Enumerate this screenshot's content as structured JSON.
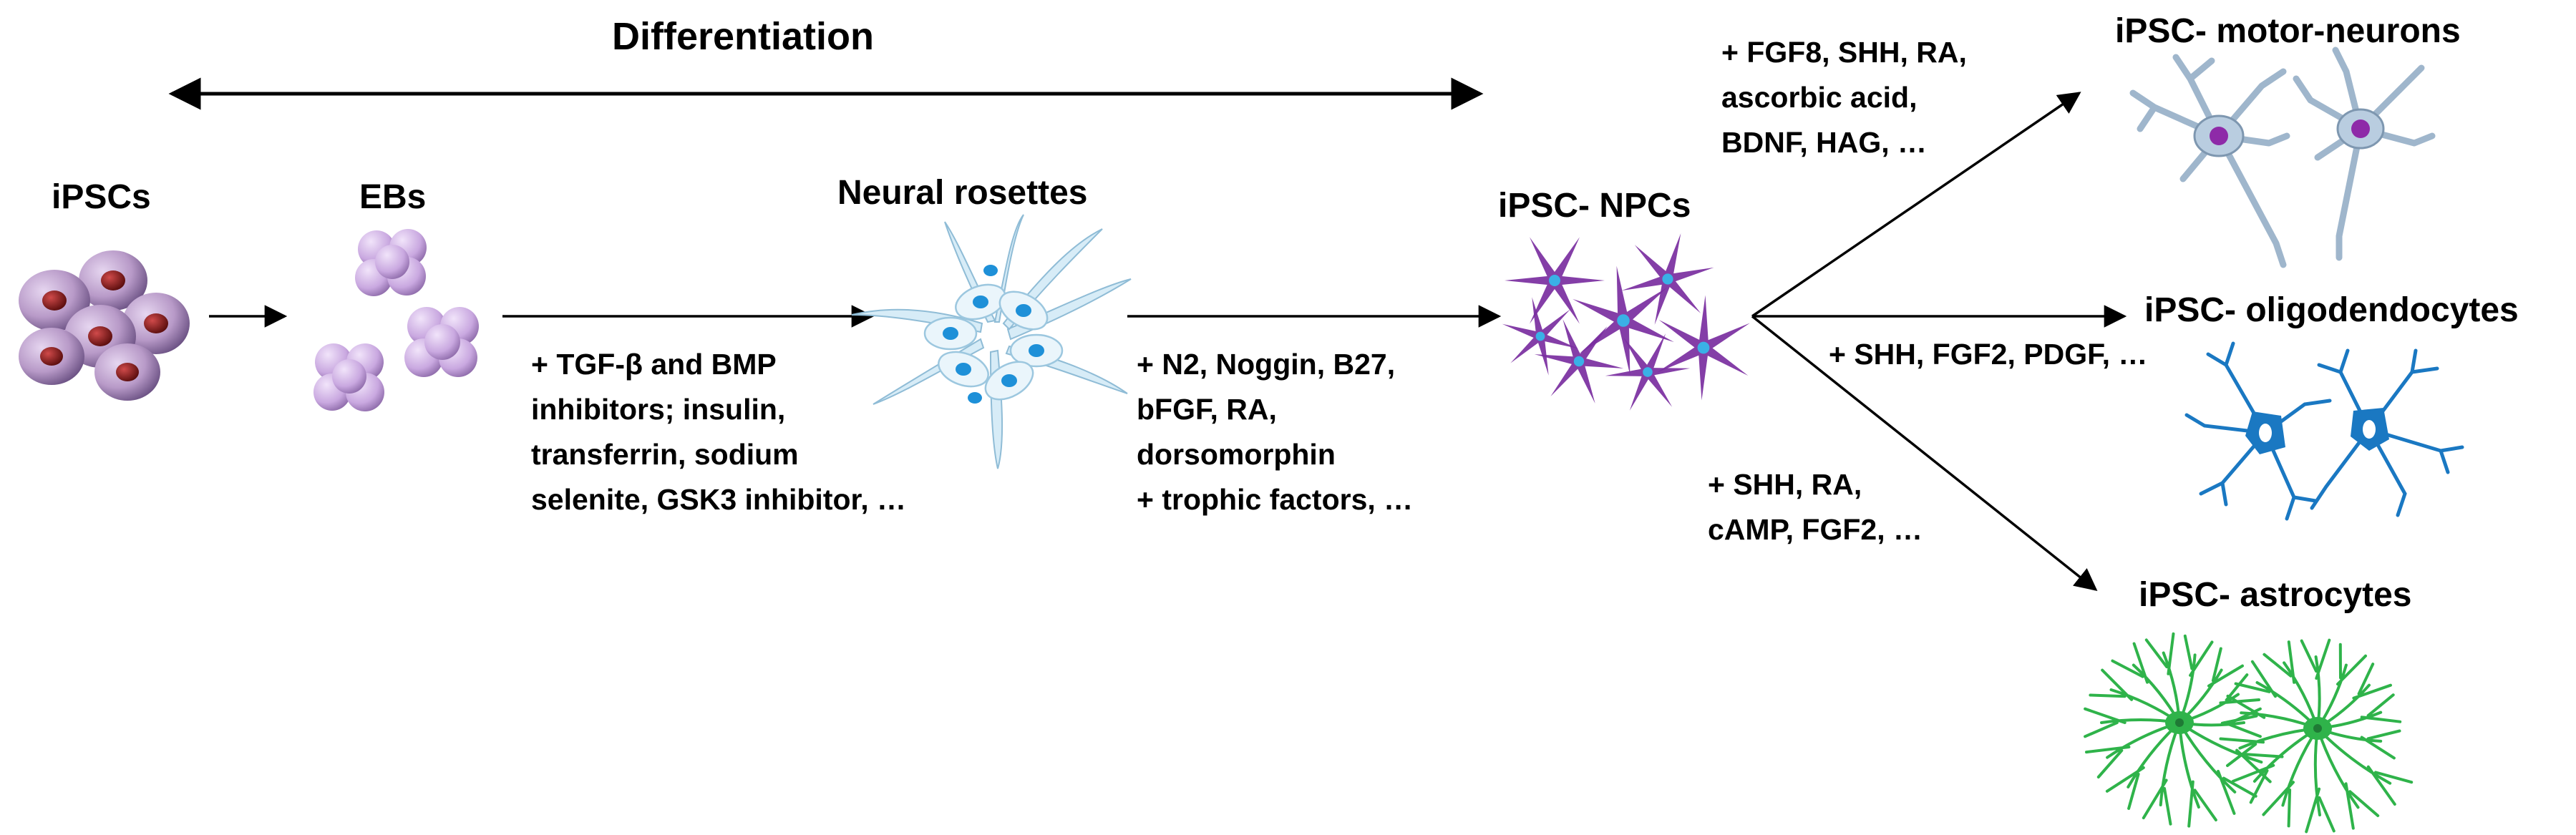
{
  "title": "Differentiation",
  "stages": {
    "ipscs": "iPSCs",
    "ebs": "EBs",
    "rosettes": "Neural rosettes",
    "npcs": "iPSC- NPCs",
    "motor": "iPSC- motor-neurons",
    "oligo": "iPSC- oligodendocytes",
    "astro": "iPSC- astrocytes"
  },
  "reagents": {
    "to_rosettes": [
      "+ TGF-β and BMP",
      "inhibitors; insulin,",
      "transferrin, sodium",
      "selenite, GSK3 inhibitor, …"
    ],
    "to_npcs": [
      "+ N2, Noggin, B27,",
      "bFGF, RA,",
      "dorsomorphin",
      "+ trophic factors, …"
    ],
    "to_motor": [
      "+ FGF8, SHH, RA,",
      "ascorbic acid,",
      "BDNF, HAG, …"
    ],
    "to_oligo": [
      "+ SHH, FGF2, PDGF, …"
    ],
    "to_astro": [
      "+ SHH, RA,",
      "cAMP, FGF2, …"
    ]
  },
  "colors": {
    "ipsc_cell": "#b89ac8",
    "ipsc_nucleus": "#8b1a1a",
    "eb_cell": "#c9a8e0",
    "rosette_cell": "#cfe6f2",
    "rosette_nucleus": "#1e90d8",
    "npc": "#7a2ea0",
    "motor_neuron": "#9fb6cc",
    "motor_nucleus": "#8e2aa8",
    "oligo": "#1a78c2",
    "astro": "#2fb34a"
  }
}
